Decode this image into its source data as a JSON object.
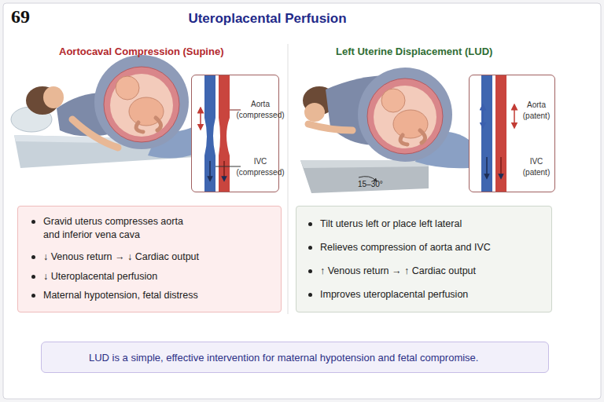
{
  "diagram": {
    "title": "Uteroplacental Perfusion",
    "nodes": [
      {
        "text": [
          "Aorta (compressed)",
          "IVC (compressed)"
        ]
      },
      {
        "text": [
          "Aorta (patent)",
          "IVC (patent)"
        ]
      },
      {
        "text": [
          "Gravid uterus compresses aorta and inferior vena cava",
          "↓ Venous return → ↓ Cardiac output",
          "↓ Uteroplacental perfusion",
          "Maternal hypotension, fetal distress"
        ]
      },
      {
        "text": [
          "Tilt uterus left or place left lateral",
          "Relieves compression of aorta and IVC",
          "↑ Venous return → ↑ Cardiac output",
          "Improves uteroplacental perfusion"
        ]
      },
      {
        "text": [
          "LUD is a simple, effective intervention for maternal hypotension and fetal compromise."
        ]
      }
    ],
    "labels": [
      "69",
      "Aortocaval Compression (Supine)",
      "Left Uterine Displacement (LUD)",
      "15–30°"
    ]
  }
}
